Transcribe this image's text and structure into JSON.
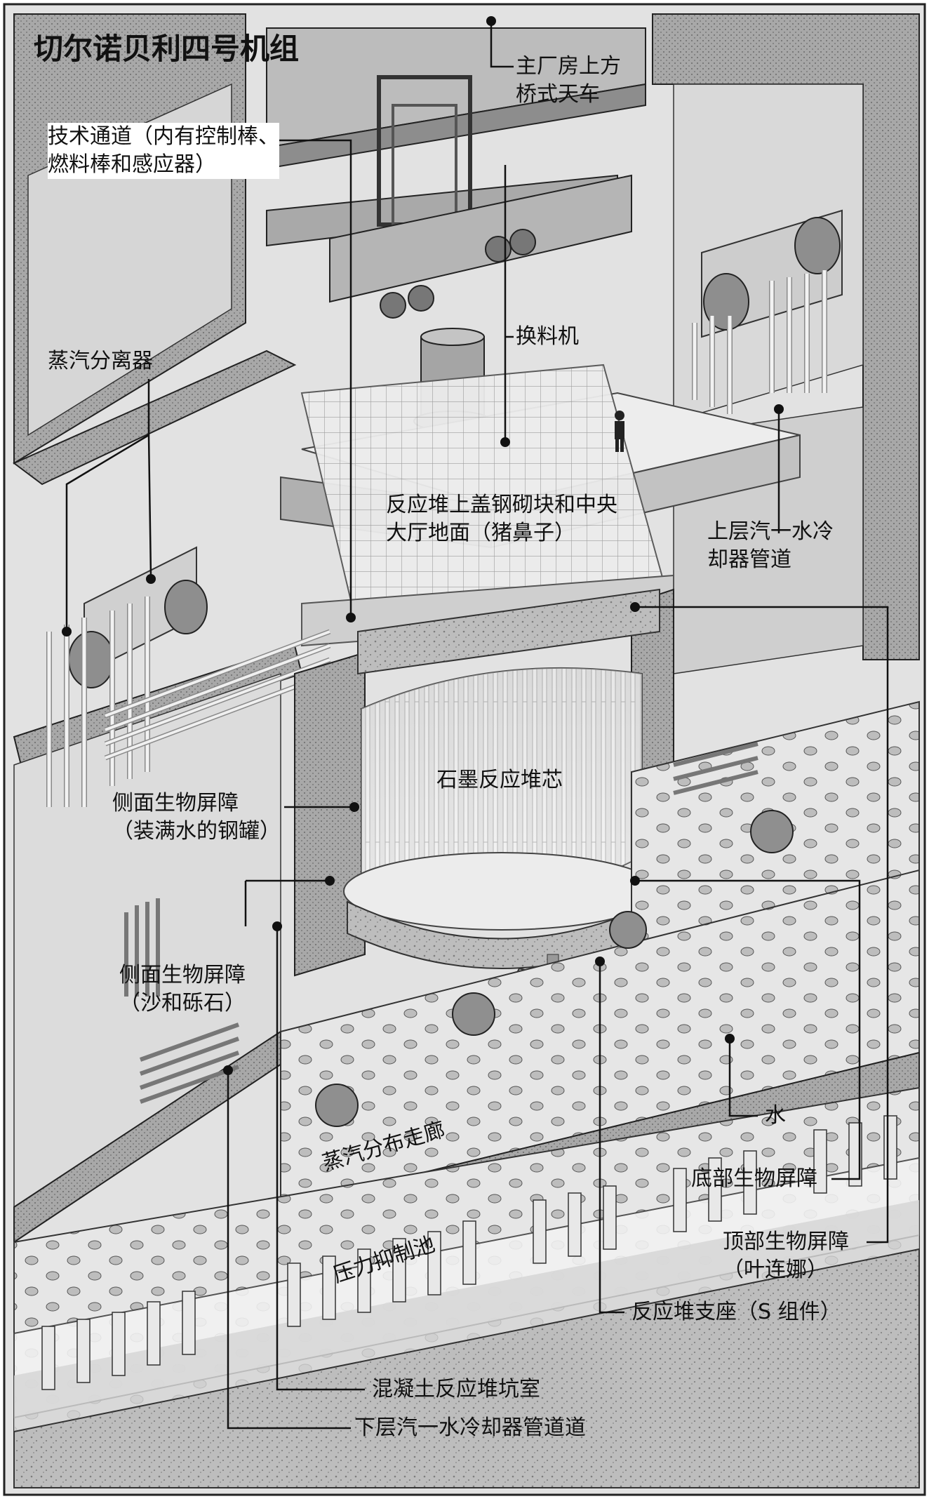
{
  "title": "切尔诺贝利四号机组",
  "labels": {
    "crane": [
      "主厂房上方",
      "桥式天车"
    ],
    "tech_channel": [
      "技术通道（内有控制棒、",
      "燃料棒和感应器）"
    ],
    "refueling_machine": "换料机",
    "steam_separator": "蒸汽分离器",
    "upper_lid": [
      "反应堆上盖钢砌块和中央",
      "大厅地面（猪鼻子）"
    ],
    "upper_pipes": [
      "上层汽一水冷",
      "却器管道"
    ],
    "core": "石墨反应堆芯",
    "side_shield_water": [
      "侧面生物屏障",
      "（装满水的钢罐）"
    ],
    "side_shield_sand": [
      "侧面生物屏障",
      "（沙和砾石）"
    ],
    "steam_corridor": "蒸汽分布走廊",
    "water": "水",
    "bottom_shield": "底部生物屏障",
    "top_shield": [
      "顶部生物屏障",
      "（叶连娜）"
    ],
    "pressure_pool": "压力抑制池",
    "reactor_support": "反应堆支座（S 组件）",
    "concrete_cavity": "混凝土反应堆坑室",
    "lower_pipes": "下层汽一水冷却器管道道"
  },
  "colors": {
    "wall": "#9a9a9a",
    "light": "#e4e4e4",
    "mid": "#c8c8c8",
    "dark": "#6e6e6e",
    "line": "#1a1a1a"
  }
}
